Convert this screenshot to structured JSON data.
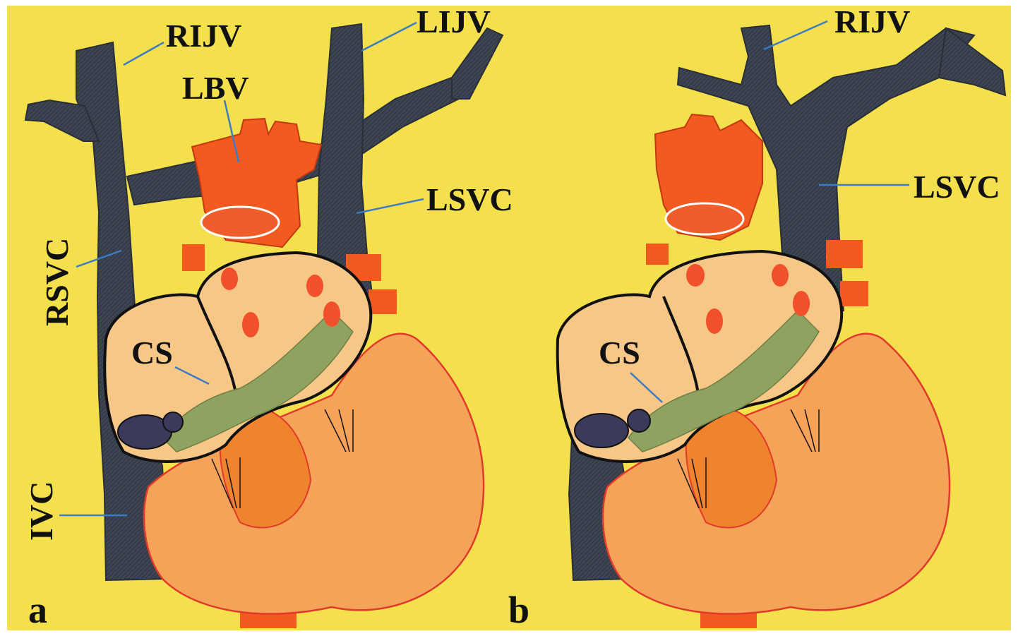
{
  "colors": {
    "background": "#f4e04d",
    "vein": "#3b4150",
    "artery": "#f25a1f",
    "heart": "#f4a24c",
    "atrium_fill": "#f6c787",
    "coronary_sinus": "#8ea35f",
    "leader": "#3d7bc4"
  },
  "panel_a": {
    "panel_letter": "a",
    "labels": {
      "rijv": "RIJV",
      "lijv": "LIJV",
      "lbv": "LBV",
      "lsvc": "LSVC",
      "rsvc": "RSVC",
      "cs": "CS",
      "ivc": "IVC"
    }
  },
  "panel_b": {
    "panel_letter": "b",
    "labels": {
      "rijv": "RIJV",
      "lsvc": "LSVC",
      "cs": "CS"
    }
  }
}
